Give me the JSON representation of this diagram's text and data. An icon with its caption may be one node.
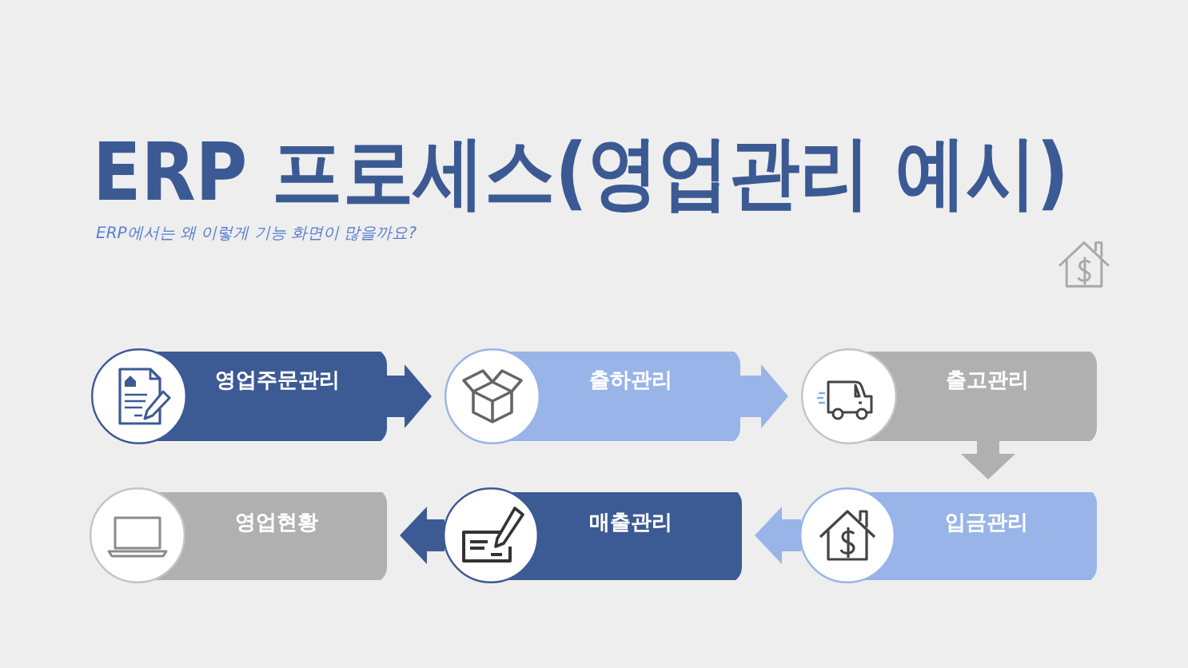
{
  "diagram": {
    "title": "ERP 프로세스(영업관리 예시)",
    "nodes": [
      {
        "text": [
          "영업주문관리"
        ]
      },
      {
        "text": [
          "출하관리"
        ]
      },
      {
        "text": [
          "출고관리"
        ]
      },
      {
        "text": [
          "영업현황"
        ]
      },
      {
        "text": [
          "매출관리"
        ]
      },
      {
        "text": [
          "입금관리"
        ]
      }
    ],
    "edges": [
      {
        "from": 0,
        "to": 1,
        "arrow": "to",
        "color": "#3c5a94"
      },
      {
        "from": 1,
        "to": 2,
        "arrow": "to",
        "color": "#98b4e8"
      },
      {
        "from": 2,
        "to": 5,
        "arrow": "to",
        "color": "#b0b0b0"
      },
      {
        "from": 5,
        "to": 4,
        "arrow": "to",
        "color": "#98b4e8"
      },
      {
        "from": 4,
        "to": 3,
        "arrow": "to",
        "color": "#3c5a94"
      }
    ],
    "labels": [
      "ERP에서는 왜 이렇게 기능 화면이 많을까요?"
    ]
  }
}
